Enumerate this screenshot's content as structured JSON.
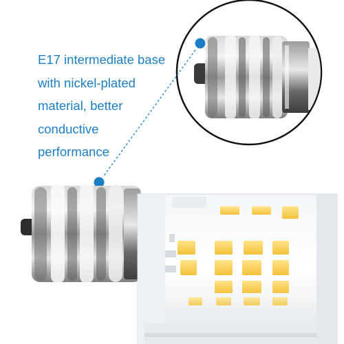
{
  "callout": {
    "lines": [
      "E17 intermediate base",
      "with nickel-plated",
      "material, better",
      "conductive",
      "performance"
    ]
  },
  "colors": {
    "callout_text": "#1c7fc5",
    "callout_dot": "#1c7fc5",
    "leader_line": "#2f8fd6",
    "zoom_circle": "#111111",
    "background": "#ffffff"
  },
  "icons": {
    "callout_dot": "filled-circle-marker"
  }
}
